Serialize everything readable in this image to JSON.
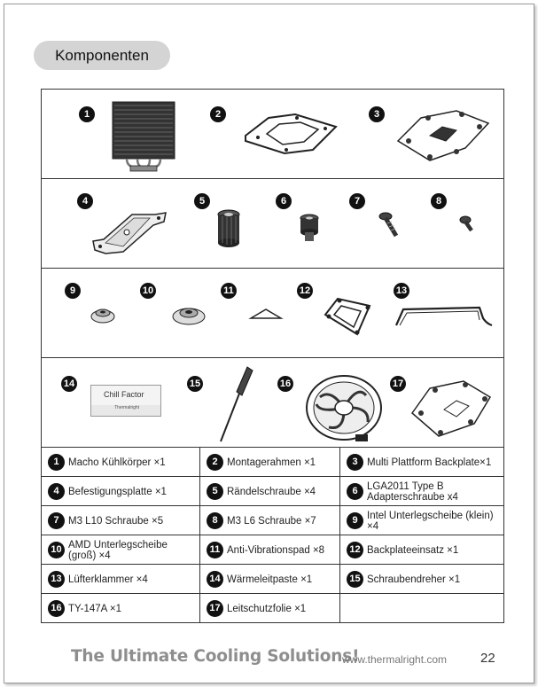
{
  "page": {
    "section_title": "Komponenten",
    "footer_slogan": "The Ultimate Cooling Solutions!",
    "footer_url": "www.thermalright.com",
    "page_number": "22"
  },
  "figure_numbers": [
    "1",
    "2",
    "3",
    "4",
    "5",
    "6",
    "7",
    "8",
    "9",
    "10",
    "11",
    "12",
    "13",
    "14",
    "15",
    "16",
    "17"
  ],
  "thermal_paste_label": {
    "name": "Chill Factor",
    "brand": "Thermalright"
  },
  "parts": [
    {
      "num": "1",
      "name": "Macho Kühlkörper ×1"
    },
    {
      "num": "2",
      "name": "Montagerahmen ×1"
    },
    {
      "num": "3",
      "name": "Multi Plattform Backplate×1"
    },
    {
      "num": "4",
      "name": "Befestigungsplatte ×1"
    },
    {
      "num": "5",
      "name": "Rändelschraube ×4"
    },
    {
      "num": "6",
      "name": "LGA2011 Type B Adapterschraube x4"
    },
    {
      "num": "7",
      "name": "M3 L10 Schraube ×5"
    },
    {
      "num": "8",
      "name": "M3 L6 Schraube ×7"
    },
    {
      "num": "9",
      "name": "Intel Unterlegscheibe (klein) ×4"
    },
    {
      "num": "10",
      "name": "AMD Unterlegscheibe (groß) ×4"
    },
    {
      "num": "11",
      "name": "Anti-Vibrationspad ×8"
    },
    {
      "num": "12",
      "name": "Backplateeinsatz ×1"
    },
    {
      "num": "13",
      "name": "Lüfterklammer ×4"
    },
    {
      "num": "14",
      "name": "Wärmeleitpaste ×1"
    },
    {
      "num": "15",
      "name": "Schraubendreher ×1"
    },
    {
      "num": "16",
      "name": "TY-147A ×1"
    },
    {
      "num": "17",
      "name": "Leitschutzfolie ×1"
    }
  ]
}
